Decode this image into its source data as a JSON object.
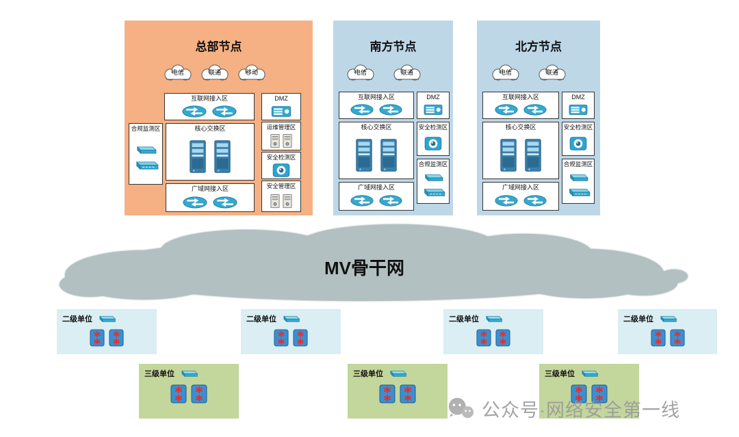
{
  "nodes": {
    "hq": {
      "title": "总部节点",
      "clouds": [
        "电信",
        "联通",
        "移动"
      ],
      "zones": {
        "internet": "互联网接入区",
        "dmz": "DMZ",
        "compliance": "合规监测区",
        "core": "核心交换区",
        "ops": "运维管理区",
        "detect": "安全检测区",
        "sec_mgmt": "安全管理区",
        "wan": "广域网接入区"
      }
    },
    "south": {
      "title": "南方节点",
      "clouds": [
        "电信",
        "联通"
      ],
      "zones": {
        "internet": "互联网接入区",
        "dmz": "DMZ",
        "core": "核心交换区",
        "detect": "安全检测区",
        "compliance": "合规监测区",
        "wan": "广域网接入区"
      }
    },
    "north": {
      "title": "北方节点",
      "clouds": [
        "电信",
        "联通"
      ],
      "zones": {
        "internet": "互联网接入区",
        "dmz": "DMZ",
        "core": "核心交换区",
        "detect": "安全检测区",
        "compliance": "合规监测区",
        "wan": "广域网接入区"
      }
    }
  },
  "backbone": {
    "label": "MV骨干网"
  },
  "units": {
    "level2_label": "二级单位",
    "level3_label": "三级单位"
  },
  "watermark": {
    "text": "公众号·网络安全第一线"
  },
  "colors": {
    "hq_bg": "#F5B183",
    "node_bg": "#BDD7E7",
    "level2_bg": "#DAEEF3",
    "level3_bg": "#C3D69B",
    "backbone_fill": "#B2C0C2",
    "router_blue": "#35A8D0",
    "switch_blue": "#3B8FD0",
    "switch_red": "#E03131"
  }
}
